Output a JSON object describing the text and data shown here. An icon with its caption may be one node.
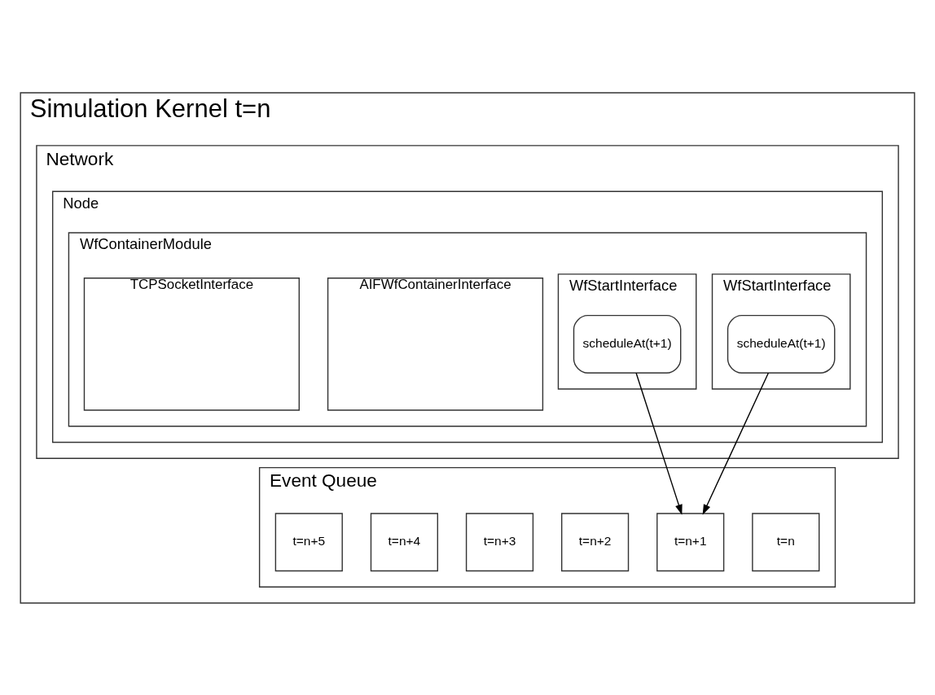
{
  "diagram": {
    "nodes": [
      {
        "text": [
          "Simulation Kernel t=n"
        ]
      },
      {
        "text": [
          "Network"
        ],
        "in": 0
      },
      {
        "text": [
          "Node"
        ],
        "in": 1
      },
      {
        "text": [
          "WfContainerModule"
        ],
        "in": 2
      },
      {
        "text": [
          "AIFWfContainerInterface"
        ],
        "in": 3
      },
      {
        "text": [
          "TCPSocketInterface"
        ],
        "in": 3
      },
      {
        "text": [
          "WfStartInterface"
        ],
        "in": 3
      },
      {
        "text": [
          "scheduleAt(t+1)"
        ],
        "in": 6
      },
      {
        "text": [
          "WfStartInterface"
        ],
        "in": 3
      },
      {
        "text": [
          "scheduleAt(t+1)"
        ],
        "in": 8
      },
      {
        "text": [
          "Event Queue"
        ],
        "in": 0
      },
      {
        "text": [
          "t=n"
        ],
        "in": 10
      },
      {
        "text": [
          "t=n+1"
        ],
        "in": 10
      },
      {
        "text": [
          "t=n+2"
        ],
        "in": 10
      },
      {
        "text": [
          "t=n+3"
        ],
        "in": 10
      },
      {
        "text": [
          "t=n+4"
        ],
        "in": 10
      },
      {
        "text": [
          "t=n+5"
        ],
        "in": 10
      }
    ],
    "edges": [
      {
        "from": 7,
        "to": 12,
        "arrow": "to"
      },
      {
        "from": 9,
        "to": 12,
        "arrow": "to"
      }
    ]
  }
}
